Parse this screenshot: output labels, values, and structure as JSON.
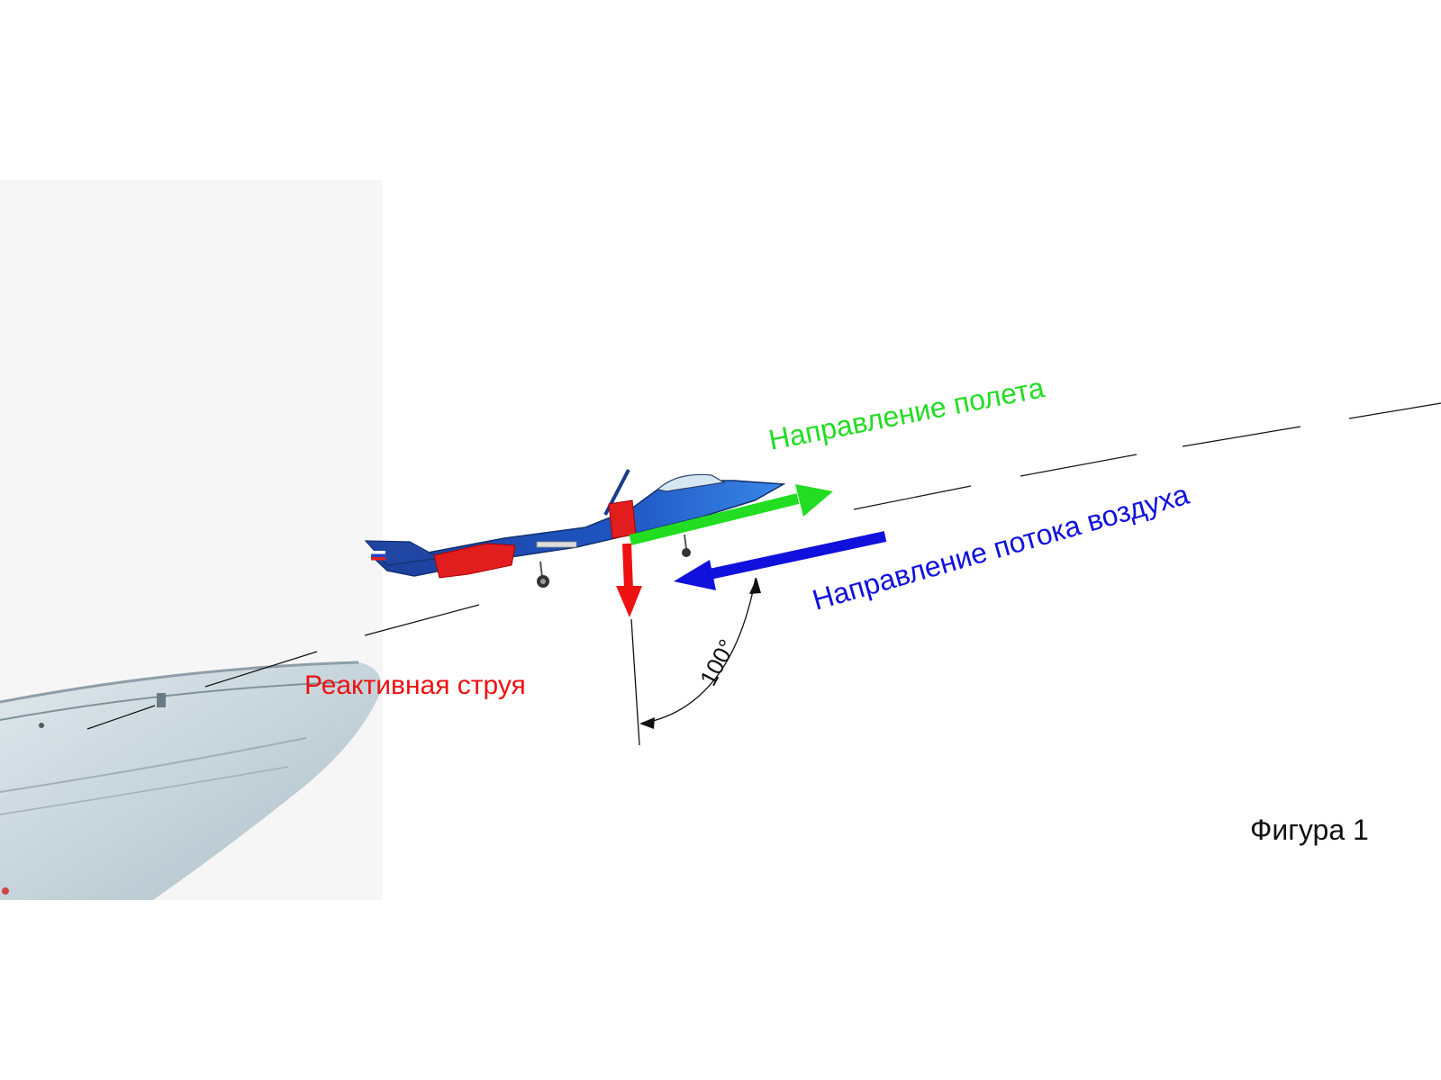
{
  "labels": {
    "flight_direction": "Направление полета",
    "airflow_direction": "Направление потока воздуха",
    "jet_stream": "Реактивная струя",
    "angle": "100°",
    "figure_caption": "Фигура 1"
  },
  "colors": {
    "flight_direction": "#22dd22",
    "airflow_direction": "#1111dd",
    "jet_stream": "#ee1111",
    "caption": "#111111",
    "aircraft_body": "#1a4fb0",
    "ship_hull": "#c9d7de"
  }
}
